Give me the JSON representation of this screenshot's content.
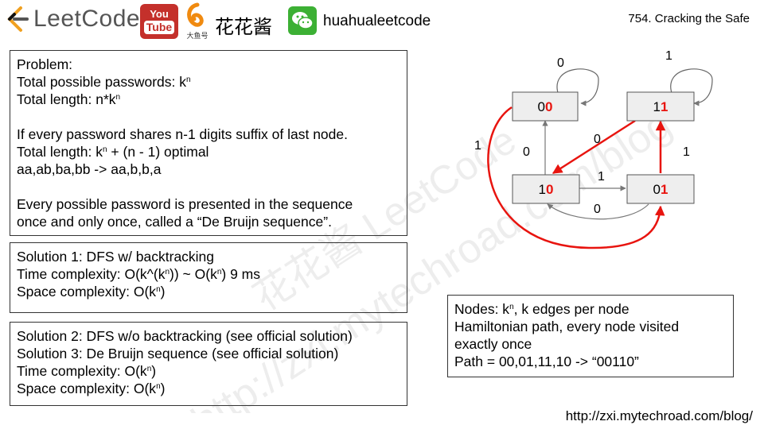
{
  "header": {
    "logo_text": "LeetCode",
    "youtube_top": "You",
    "youtube_bottom": "Tube",
    "fish_label": "大鱼号",
    "channel_name": "花花酱",
    "wechat_id": "huahualeetcode",
    "problem_title": "754. Cracking the Safe"
  },
  "problem_box": {
    "heading": "Problem:",
    "line1_pre": "Total possible passwords: k",
    "line1_sup": "n",
    "line2_pre": "Total length: n*k",
    "line2_sup": "n",
    "line3": "If every password shares n-1 digits suffix of last node.",
    "line4_pre": "Total length: k",
    "line4_sup": "n",
    "line4_post": " + (n - 1) optimal",
    "line5": "aa,ab,ba,bb -> aa,b,b,a",
    "line6": "Every possible password is presented in the sequence",
    "line7": "once and only once, called a “De Bruijn sequence”."
  },
  "solution1_box": {
    "line1": "Solution 1: DFS w/ backtracking",
    "line2_pre": "Time complexity: O(k^(k",
    "line2_sup1": "n",
    "line2_mid": ")) ~ O(k",
    "line2_sup2": "n",
    "line2_post": ") 9 ms",
    "line3_pre": "Space complexity: O(k",
    "line3_sup": "n",
    "line3_post": ")"
  },
  "solution2_box": {
    "line1": "Solution 2: DFS w/o backtracking (see official solution)",
    "line2": "Solution 3: De Bruijn sequence (see official solution)",
    "line3_pre": "Time complexity: O(k",
    "line3_sup": "n",
    "line3_post": ")",
    "line4_pre": "Space complexity: O(k",
    "line4_sup": "n",
    "line4_post": ")"
  },
  "nodes_box": {
    "line1_pre": "Nodes: k",
    "line1_sup": "n",
    "line1_post": ", k edges per node",
    "line2": "Hamiltonian path, every node visited",
    "line3": "exactly once",
    "line4": "Path = 00,01,11,10 -> “00110”"
  },
  "graph": {
    "nodes": [
      {
        "id": "00",
        "prefix": "0",
        "last": "0"
      },
      {
        "id": "11",
        "prefix": "1",
        "last": "1"
      },
      {
        "id": "10",
        "prefix": "1",
        "last": "0"
      },
      {
        "id": "01",
        "prefix": "0",
        "last": "1"
      }
    ],
    "edge_labels": {
      "self_00": "0",
      "self_11": "1",
      "e_00_10_left": "1",
      "e_10_00": "0",
      "e_11_10": "0",
      "e_01_11": "1",
      "e_10_01": "1",
      "e_01_10": "0"
    },
    "highlight_color": "#e8140f"
  },
  "footer": {
    "url": "http://zxi.mytechroad.com/blog/"
  },
  "watermark": {
    "line1": "花花酱 LeetCode",
    "line2": "http://zxi.mytechroad.com/blog"
  }
}
